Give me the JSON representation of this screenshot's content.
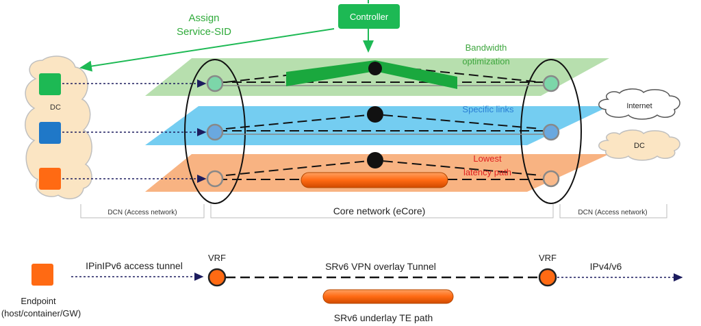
{
  "controller": {
    "label": "Controller"
  },
  "assign": {
    "line1": "Assign",
    "line2": "Service-SID"
  },
  "planes": [
    {
      "id": "green",
      "label_line1": "Bandwidth",
      "label_line2": "optimization",
      "color": "#7cc47a"
    },
    {
      "id": "blue",
      "label_line1": "Specific links",
      "label_line2": "",
      "color": "#33b3e6"
    },
    {
      "id": "orange",
      "label_line1": "Lowest",
      "label_line2": "latency path",
      "color": "#f5a46b"
    }
  ],
  "clouds": {
    "dc_left": "DC",
    "internet": "Internet",
    "dc_right": "DC"
  },
  "regions": {
    "left": "DCN (Access network)",
    "core": "Core network (eCore)",
    "right": "DCN (Access network)"
  },
  "legend": {
    "access_tunnel": "IPinIPv6 access tunnel",
    "vrf_left": "VRF",
    "overlay": "SRv6 VPN overlay Tunnel",
    "vrf_right": "VRF",
    "ipv": "IPv4/v6",
    "endpoint_line1": "Endpoint",
    "endpoint_line2": "(host/container/GW)",
    "underlay": "SRv6 underlay TE path"
  },
  "colors": {
    "green": "#1db954",
    "blue": "#1f78c8",
    "orange": "#ff6a13",
    "red_text": "#e02020",
    "blue_text": "#2a7fd4",
    "green_text": "#2faa3a",
    "navy": "#1c1c5e"
  }
}
